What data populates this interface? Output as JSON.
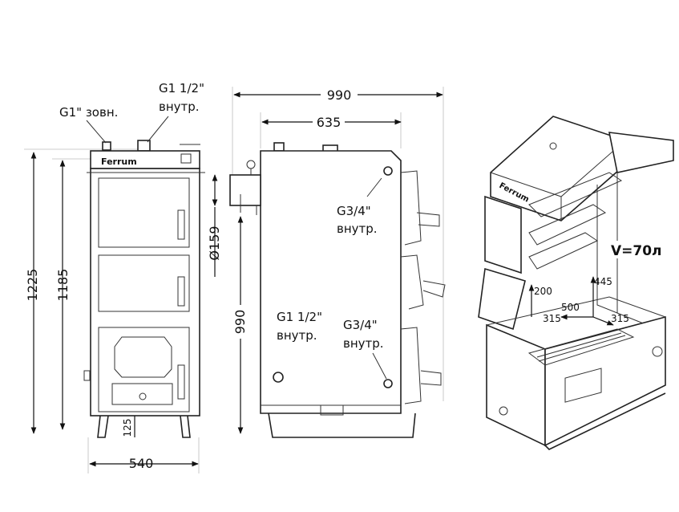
{
  "front_view": {
    "label_top_left": "G1\" зовн.",
    "label_top_right_1": "G1 1/2\"",
    "label_top_right_2": "внутр.",
    "brand": "Ferrum",
    "dim_height_total": "1225",
    "dim_height_body": "1185",
    "dim_leg": "125",
    "dim_width": "540"
  },
  "side_view": {
    "dim_depth_total": "990",
    "dim_depth_body": "635",
    "dim_flue": "Ø159",
    "dim_flue_height": "990",
    "label_upper_right_1": "G3/4\"",
    "label_upper_right_2": "внутр.",
    "label_lower_left_1": "G1 1/2\"",
    "label_lower_left_2": "внутр.",
    "label_lower_right_1": "G3/4\"",
    "label_lower_right_2": "внутр."
  },
  "iso_view": {
    "volume": "V=70л",
    "dim_200": "200",
    "dim_445": "445",
    "dim_500": "500",
    "dim_315_left": "315",
    "dim_315_right": "315",
    "brand": "Ferrum"
  }
}
